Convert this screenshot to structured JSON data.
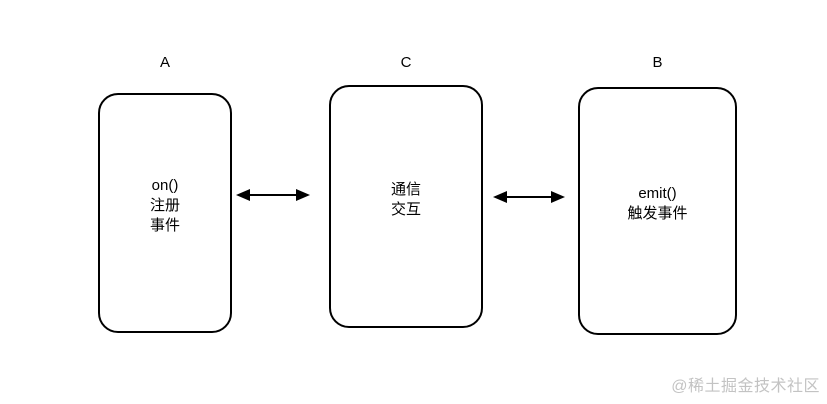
{
  "diagram": {
    "nodes": [
      {
        "id": "A",
        "label": "A",
        "lines": [
          "on()",
          "注册",
          "事件"
        ]
      },
      {
        "id": "C",
        "label": "C",
        "lines": [
          "通信",
          "交互"
        ]
      },
      {
        "id": "B",
        "label": "B",
        "lines": [
          "emit()",
          "触发事件"
        ]
      }
    ],
    "edges": [
      {
        "from": "A",
        "to": "C",
        "type": "bidirectional"
      },
      {
        "from": "C",
        "to": "B",
        "type": "bidirectional"
      }
    ],
    "colors": {
      "stroke": "#000000",
      "background": "#ffffff",
      "watermark": "#c3c3c3"
    }
  },
  "watermark": {
    "text": "@稀土掘金技术社区"
  }
}
